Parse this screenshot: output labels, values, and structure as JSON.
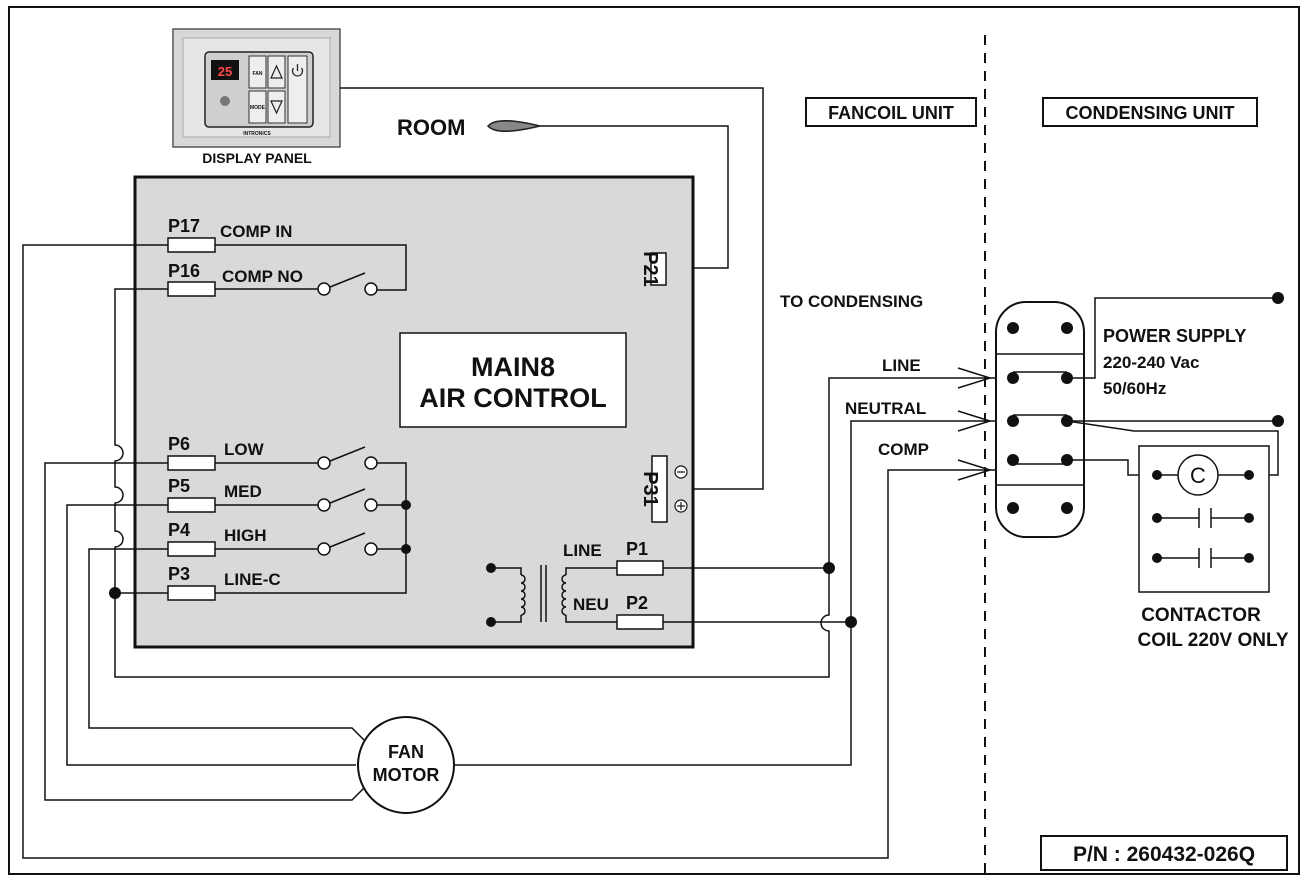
{
  "display_panel": {
    "label": "DISPLAY PANEL",
    "temp_readout": "25",
    "fan_key": "FAN",
    "mode_key": "MODE",
    "brand": "INTRONICS"
  },
  "sensor": {
    "label": "ROOM"
  },
  "sections": {
    "fancoil": "FANCOIL UNIT",
    "condensing": "CONDENSING UNIT",
    "to_condensing": "TO CONDENSING"
  },
  "controller": {
    "title_line1": "MAIN8",
    "title_line2": "AIR CONTROL",
    "p21": "P21",
    "p31": "P31",
    "pins": [
      {
        "id": "P17",
        "label": "COMP IN"
      },
      {
        "id": "P16",
        "label": "COMP NO"
      },
      {
        "id": "P6",
        "label": "LOW"
      },
      {
        "id": "P5",
        "label": "MED"
      },
      {
        "id": "P4",
        "label": "HIGH"
      },
      {
        "id": "P3",
        "label": "LINE-C"
      }
    ],
    "transformer": {
      "line_label": "LINE",
      "neu_label": "NEU",
      "p1": "P1",
      "p2": "P2"
    }
  },
  "supply_lines": {
    "line": "LINE",
    "neutral": "NEUTRAL",
    "comp": "COMP"
  },
  "power_supply": {
    "title": "POWER SUPPLY",
    "voltage": "220-240 Vac",
    "frequency": "50/60Hz"
  },
  "contactor": {
    "coil_symbol": "C",
    "line1": "CONTACTOR",
    "line2": "COIL 220V ONLY"
  },
  "fan_motor": {
    "line1": "FAN",
    "line2": "MOTOR"
  },
  "part_number": "P/N : 260432-026Q"
}
